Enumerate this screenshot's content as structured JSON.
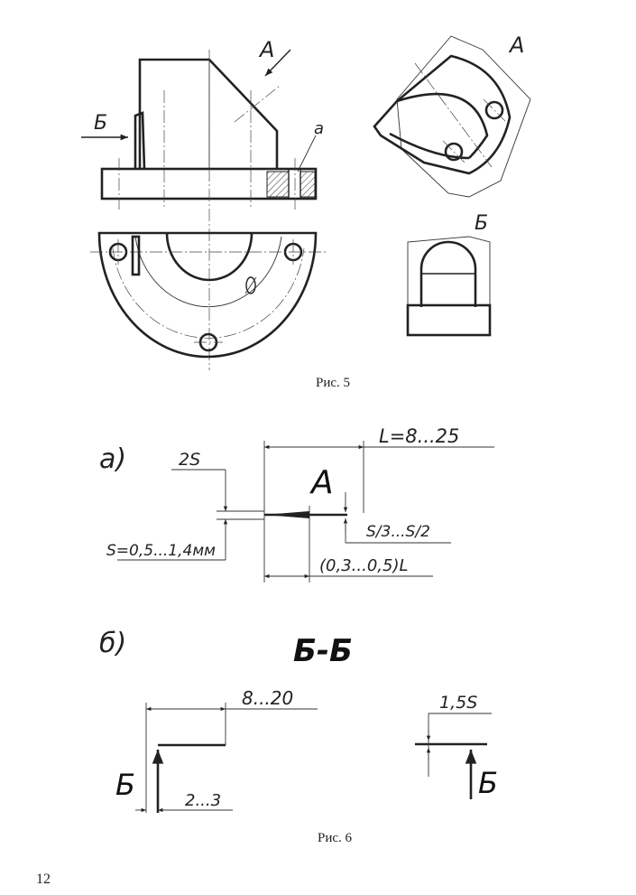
{
  "fig5": {
    "caption": "Рис. 5",
    "labels": {
      "view_a": "A",
      "view_a_right": "A",
      "view_b_arrow": "Б",
      "view_b_right": "Б",
      "detail_a": "a"
    }
  },
  "fig6": {
    "caption": "Рис. 6",
    "part_a": {
      "letter": "a)",
      "dim_length": "L=8...25",
      "dim_2s": "2S",
      "label_a": "A",
      "dim_s": "S=0,5...1,4мм",
      "dim_ratio": "S/3...S/2",
      "dim_fraction": "(0,3...0,5)L"
    },
    "part_b": {
      "letter": "б)",
      "section_title": "Б-Б",
      "dim_width": "8...20",
      "dim_gap": "2...3",
      "dim_thickness": "1,5S",
      "label_left": "Б",
      "label_right": "Б"
    }
  },
  "page_number": "12"
}
